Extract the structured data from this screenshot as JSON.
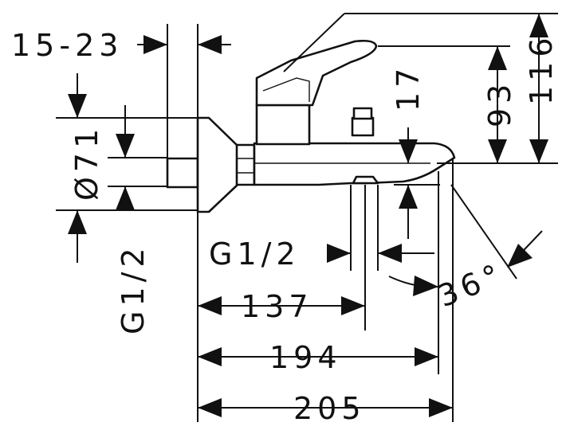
{
  "drawing": {
    "type": "technical dimension drawing",
    "labels": {
      "wall_distance": "15-23",
      "diameter": "Ø71",
      "connection_left": "G1/2",
      "connection_bottom": "G1/2",
      "spout_height": "17",
      "lever_height": "93",
      "total_height": "116",
      "angle": "36°",
      "length_137": "137",
      "length_194": "194",
      "length_205": "205"
    }
  }
}
